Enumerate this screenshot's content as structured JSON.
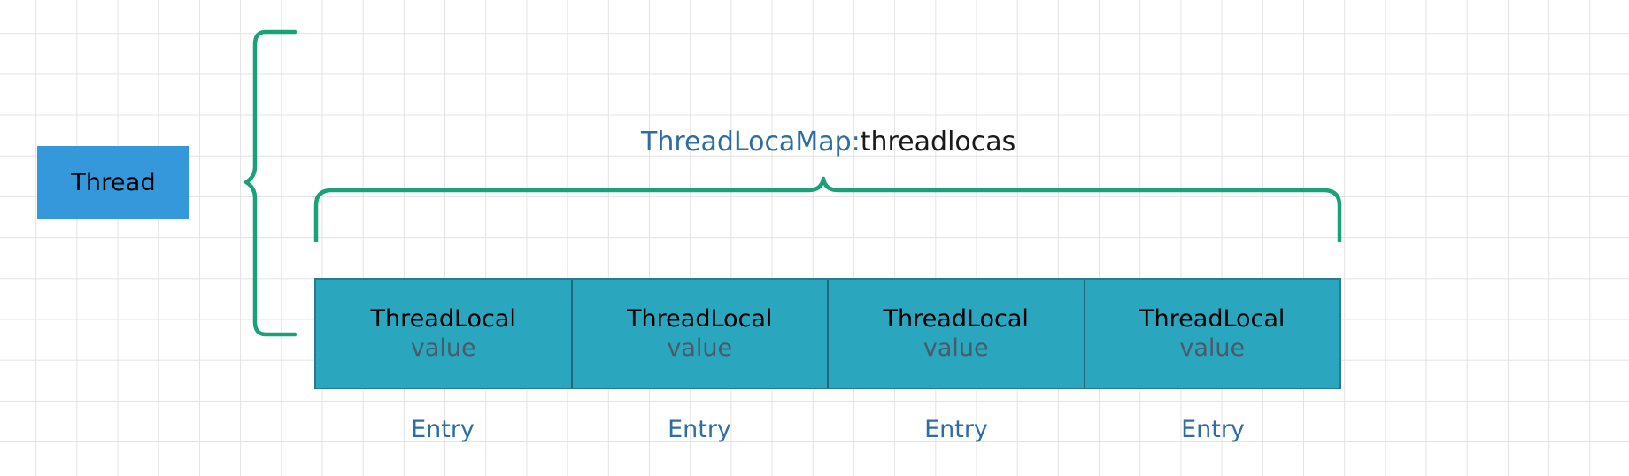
{
  "diagram": {
    "title_prefix": "ThreadLocaMap:",
    "title_suffix": "threadlocas",
    "thread_label": "Thread",
    "colors": {
      "thread_box": "#3498db",
      "cell_fill": "#2ba6bf",
      "cell_border": "#1e6a7d",
      "brace": "#1aa179",
      "title_key": "#2e6da4",
      "title_value": "#1a1a1a",
      "cell_value_text": "#4a5a68",
      "entry_caption": "#2e6da4",
      "grid_line": "#e3e3e3",
      "background": "#ffffff"
    },
    "entries": [
      {
        "class_name": "ThreadLocal",
        "value_label": "value",
        "caption": "Entry"
      },
      {
        "class_name": "ThreadLocal",
        "value_label": "value",
        "caption": "Entry"
      },
      {
        "class_name": "ThreadLocal",
        "value_label": "value",
        "caption": "Entry"
      },
      {
        "class_name": "ThreadLocal",
        "value_label": "value",
        "caption": "Entry"
      }
    ]
  }
}
